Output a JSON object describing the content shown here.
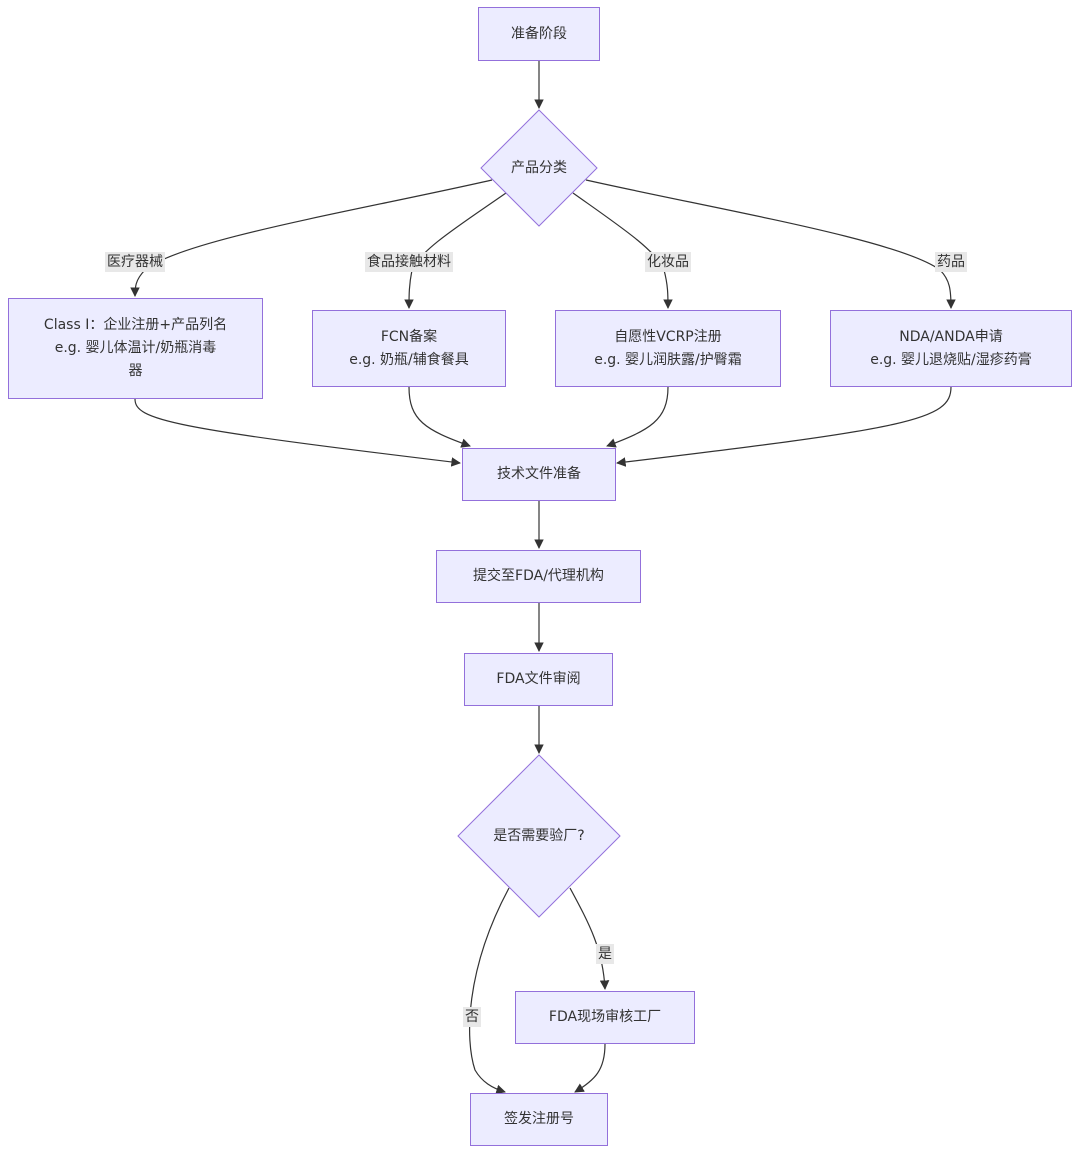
{
  "nodes": {
    "prep": "准备阶段",
    "classify": "产品分类",
    "medical": "Class I：企业注册+产品列名\ne.g. 婴儿体温计/奶瓶消毒\n器",
    "fcn": "FCN备案\ne.g. 奶瓶/辅食餐具",
    "vcrp": "自愿性VCRP注册\ne.g. 婴儿润肤露/护臀霜",
    "nda": "NDA/ANDA申请\ne.g. 婴儿退烧贴/湿疹药膏",
    "techdoc": "技术文件准备",
    "submit": "提交至FDA/代理机构",
    "review": "FDA文件审阅",
    "inspect_q": "是否需要验厂?",
    "inspect": "FDA现场审核工厂",
    "issue": "签发注册号"
  },
  "edge_labels": {
    "medical": "医疗器械",
    "food": "食品接触材料",
    "cosmetic": "化妆品",
    "drug": "药品",
    "yes": "是",
    "no": "否"
  },
  "colors": {
    "node_fill": "#ECECFF",
    "node_border": "#9370DB",
    "edge": "#333333",
    "label_bg": "#e8e8e8"
  }
}
